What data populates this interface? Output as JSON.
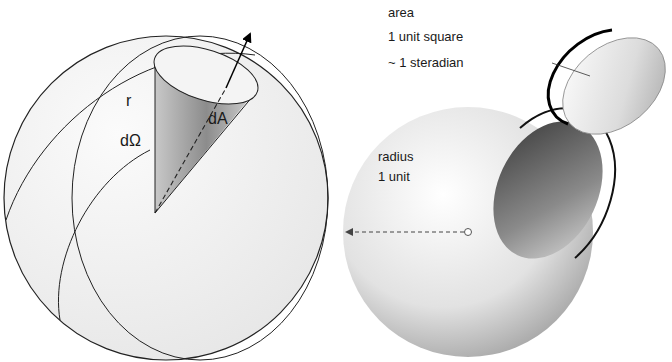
{
  "diagram": {
    "labels": [
      "r",
      "dΩ",
      "dA",
      "area",
      "1 unit square",
      "~ 1 steradian",
      "radius",
      "1 unit"
    ]
  }
}
